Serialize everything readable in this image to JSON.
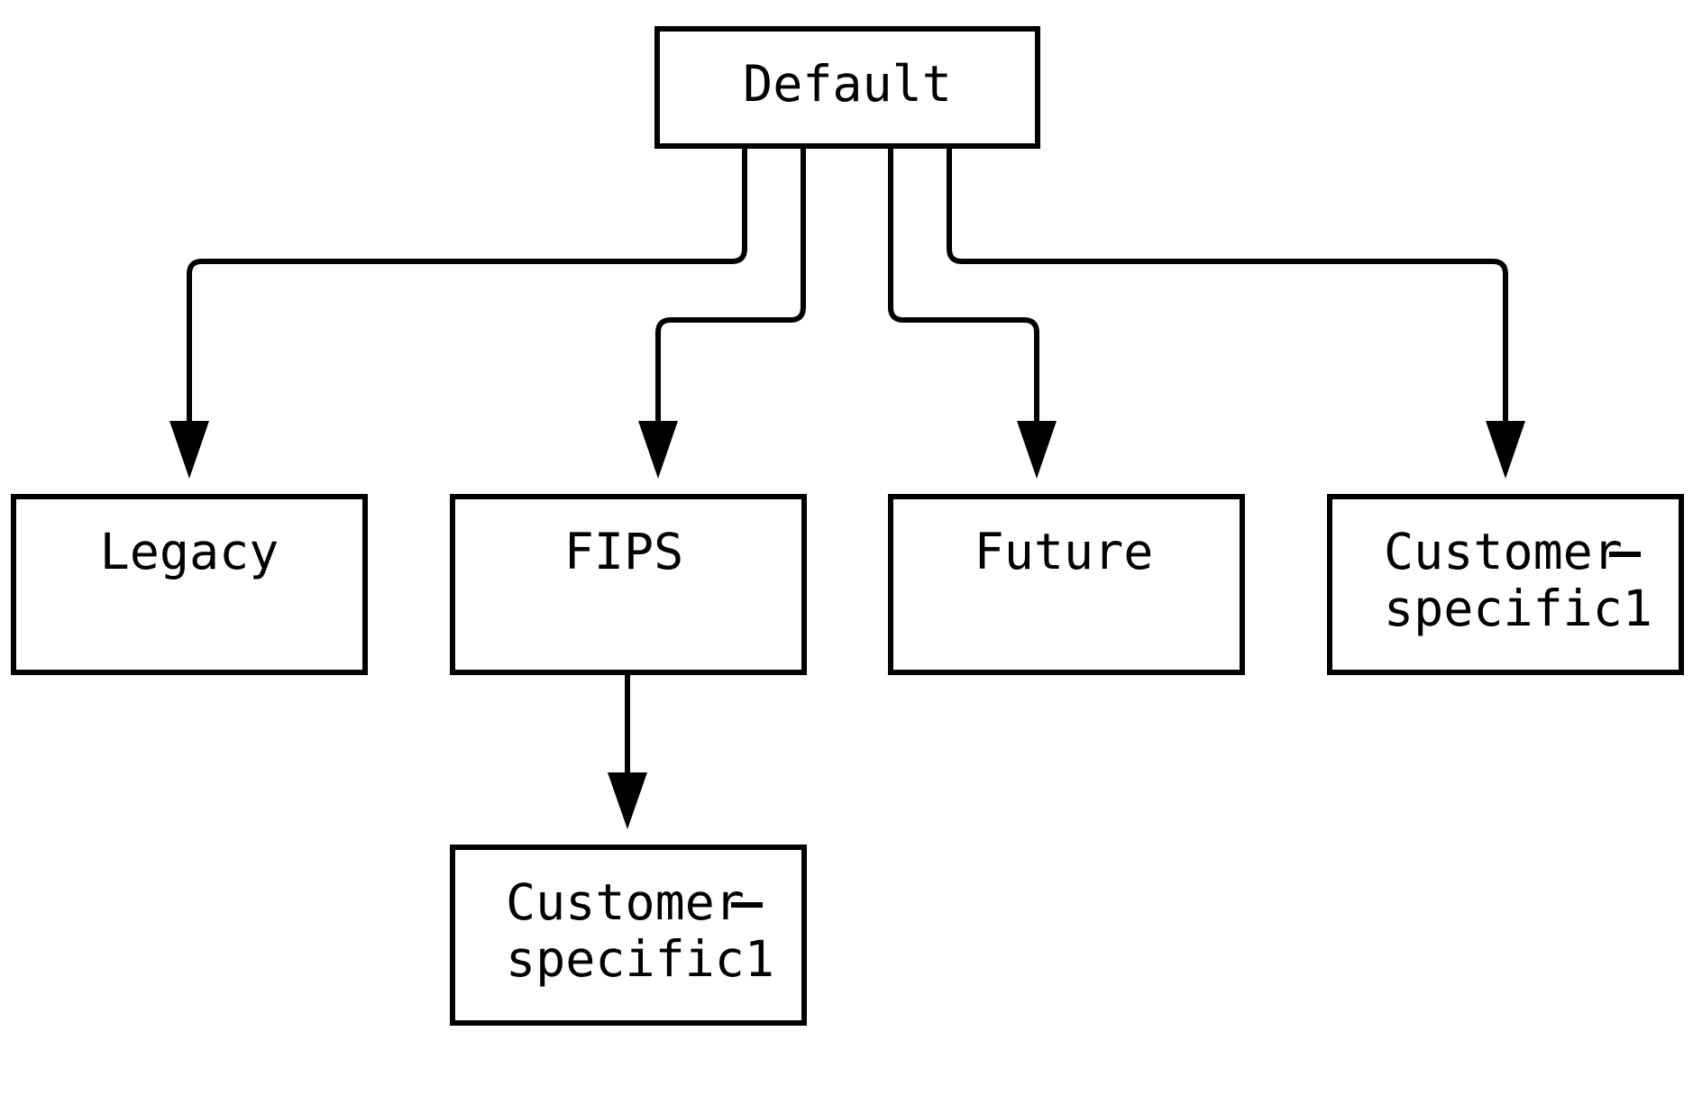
{
  "diagram": {
    "nodes": {
      "default": {
        "label": "Default"
      },
      "legacy": {
        "label": "Legacy"
      },
      "fips": {
        "label": "FIPS"
      },
      "future": {
        "label": "Future"
      },
      "customer_top": {
        "line1": "Customer",
        "line2": "specific1"
      },
      "customer_fips": {
        "line1": "Customer",
        "line2": "specific1"
      }
    },
    "edges": [
      {
        "from": "Default",
        "to": "Legacy"
      },
      {
        "from": "Default",
        "to": "FIPS"
      },
      {
        "from": "Default",
        "to": "Future"
      },
      {
        "from": "Default",
        "to": "Customer specific1"
      },
      {
        "from": "FIPS",
        "to": "Customer specific1"
      }
    ]
  }
}
